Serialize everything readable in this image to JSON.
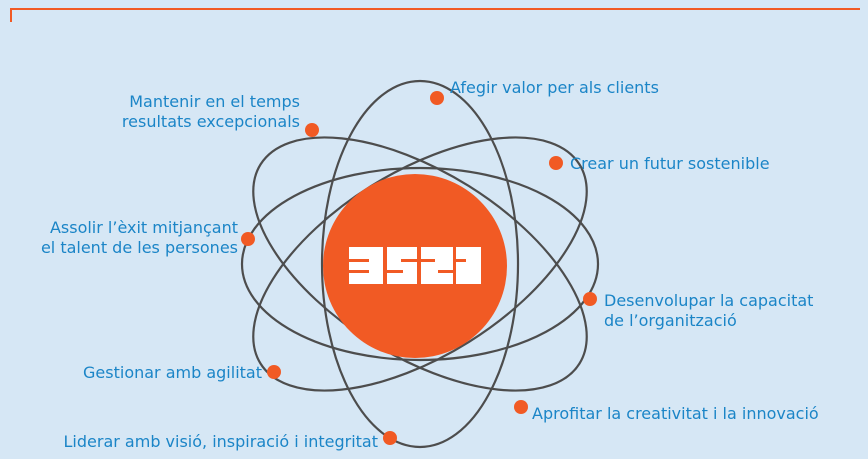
{
  "colors": {
    "background": "#d6e7f5",
    "accent": "#f15a24",
    "text": "#1b85c7",
    "orbit": "#4d4d4d"
  },
  "center_logo": {
    "icon": "EFQM-logo-icon"
  },
  "concepts": [
    {
      "id": "afegir-valor",
      "lines": [
        "Afegir valor per als clients"
      ]
    },
    {
      "id": "crear-futur",
      "lines": [
        "Crear un futur sostenible"
      ]
    },
    {
      "id": "desenvolupar-capacitat",
      "lines": [
        "Desenvolupar la capacitat",
        "de l’organització"
      ]
    },
    {
      "id": "aprofitar-creativitat",
      "lines": [
        "Aprofitar la creativitat i la innovació"
      ]
    },
    {
      "id": "liderar",
      "lines": [
        "Liderar amb visió, inspiració i integritat"
      ]
    },
    {
      "id": "gestionar",
      "lines": [
        "Gestionar amb agilitat"
      ]
    },
    {
      "id": "assolir-exit",
      "lines": [
        "Assolir l’èxit mitjançant",
        "el talent de les persones"
      ]
    },
    {
      "id": "mantenir-resultats",
      "lines": [
        "Mantenir en el temps",
        "resultats excepcionals"
      ]
    }
  ]
}
